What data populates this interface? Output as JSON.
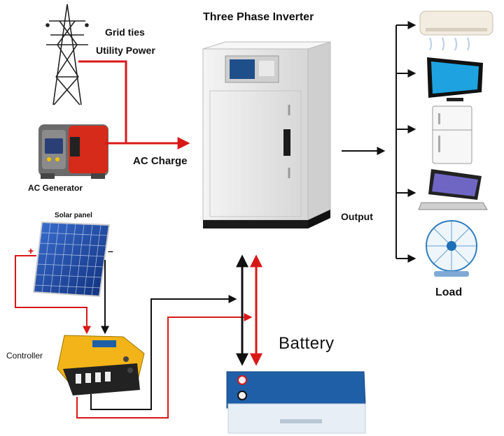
{
  "title": "Three Phase Inverter",
  "labels": {
    "grid_ties": "Grid ties",
    "utility_power": "Utility Power",
    "ac_generator": "AC Generator",
    "ac_charge": "AC Charge",
    "output": "Output",
    "load": "Load",
    "solar_panel": "Solar panel",
    "controller": "Controller",
    "battery": "Battery",
    "plus": "+",
    "minus": "–"
  },
  "colors": {
    "ac_line": "#d81818",
    "dc_negative": "#111111",
    "inverter_body": "#ececec",
    "controller_body": "#f2b418",
    "battery_lid": "#1f5fa8"
  },
  "icons": [
    "pylon-icon",
    "generator-icon",
    "inverter-icon",
    "solar-panel-icon",
    "controller-icon",
    "battery-icon",
    "air-conditioner-icon",
    "tv-icon",
    "refrigerator-icon",
    "laptop-icon",
    "fan-icon"
  ]
}
